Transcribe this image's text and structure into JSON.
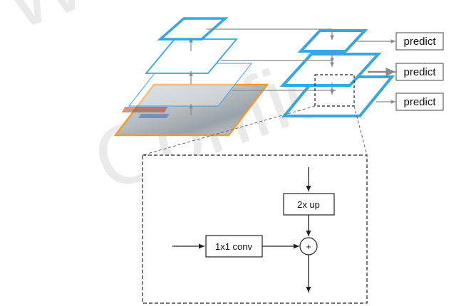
{
  "watermark": {
    "text_1": "We",
    "text_2": "Confid"
  },
  "predict_boxes": [
    {
      "label": "predict"
    },
    {
      "label": "predict"
    },
    {
      "label": "predict"
    }
  ],
  "detail_panel": {
    "upsample_label": "2x up",
    "lateral_conv_label": "1x1 conv",
    "merge_symbol": "+"
  },
  "colors": {
    "feature_map_blue": "#3aa6de",
    "image_frame_orange": "#f29a2e",
    "connector_gray": "#8a8a8a",
    "line_dark": "#222222"
  }
}
